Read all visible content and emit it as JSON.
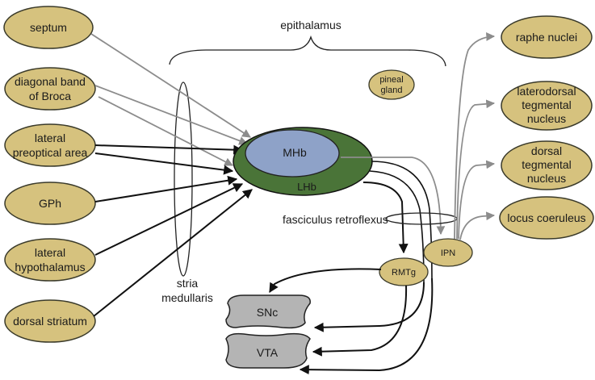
{
  "colors": {
    "node_fill": "#d6c27e",
    "node_stroke": "#3a3a2a",
    "mhb_fill": "#8ea2c8",
    "lhb_fill": "#4a7438",
    "gray_region": "#b4b4b4",
    "black_arrow": "#111111",
    "gray_arrow": "#8c8c8c"
  },
  "left_nodes": [
    {
      "id": "septum",
      "lines": [
        "septum"
      ]
    },
    {
      "id": "diagonal-band-of-broca",
      "lines": [
        "diagonal band",
        "of Broca"
      ]
    },
    {
      "id": "lateral-preoptical-area",
      "lines": [
        "lateral",
        "preoptical area"
      ]
    },
    {
      "id": "gph",
      "lines": [
        "GPh"
      ]
    },
    {
      "id": "lateral-hypothalamus",
      "lines": [
        "lateral",
        "hypothalamus"
      ]
    },
    {
      "id": "dorsal-striatum",
      "lines": [
        "dorsal striatum"
      ]
    }
  ],
  "right_nodes": [
    {
      "id": "raphe-nuclei",
      "lines": [
        "raphe nuclei"
      ]
    },
    {
      "id": "laterodorsal-tegmental-nucleus",
      "lines": [
        "laterodorsal",
        "tegmental",
        "nucleus"
      ]
    },
    {
      "id": "dorsal-tegmental-nucleus",
      "lines": [
        "dorsal",
        "tegmental",
        "nucleus"
      ]
    },
    {
      "id": "locus-coeruleus",
      "lines": [
        "locus coeruleus"
      ]
    }
  ],
  "labels": {
    "epithalamus": "epithalamus",
    "pineal": [
      "pineal",
      "gland"
    ],
    "mhb": "MHb",
    "lhb": "LHb",
    "fasciculus": "fasciculus retroflexus",
    "stria": [
      "stria",
      "medullaris"
    ],
    "ipn": "IPN",
    "rmtg": "RMTg",
    "snc": "SNc",
    "vta": "VTA"
  }
}
